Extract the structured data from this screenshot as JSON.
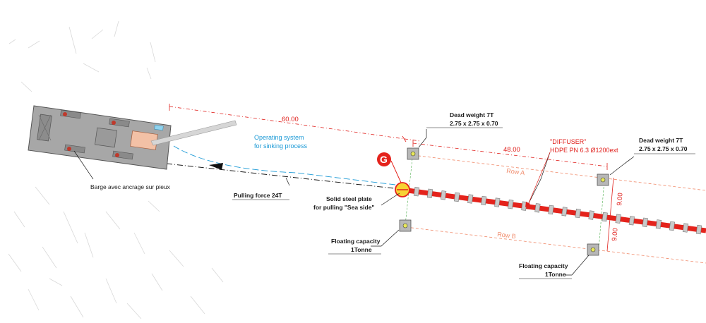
{
  "colors": {
    "pipe": "#e4231c",
    "dimension": "#e0201c",
    "row_line": "#f08a6a",
    "blue_note": "#1c9ad6",
    "barge": "#a9a9a9",
    "weight_block": "#b5b5b5",
    "marker": "#e4231c"
  },
  "labels": {
    "barge": "Barge avec ancrage sur pieux",
    "operating_line1": "Operating system",
    "operating_line2": "for sinking process",
    "pulling_force": "Pulling force 24T",
    "plate_line1": "Solid steel plate",
    "plate_line2": "for pulling \"Sea side\"",
    "dead_weight_left_line1": "Dead weight 7T",
    "dead_weight_left_line2": "2.75 x 2.75 x 0.70",
    "dead_weight_right_line1": "Dead weight 7T",
    "dead_weight_right_line2": "2.75 x 2.75 x 0.70",
    "diffuser_line1": "\"DIFFUSER\"",
    "diffuser_line2": "HDPE PN 6.3 Ø1200ext",
    "floating_left_line1": "Floating capacity",
    "floating_left_line2": "1Tonne",
    "floating_right_line1": "Floating capacity",
    "floating_right_line2": "1Tonne",
    "row_a": "Row A",
    "row_b": "Row B",
    "marker_letter": "G"
  },
  "dimensions": {
    "barge_to_pipe": "60.00",
    "weight_spacing": "48.00",
    "row_a_offset": "9.00",
    "row_b_offset": "9.00"
  }
}
